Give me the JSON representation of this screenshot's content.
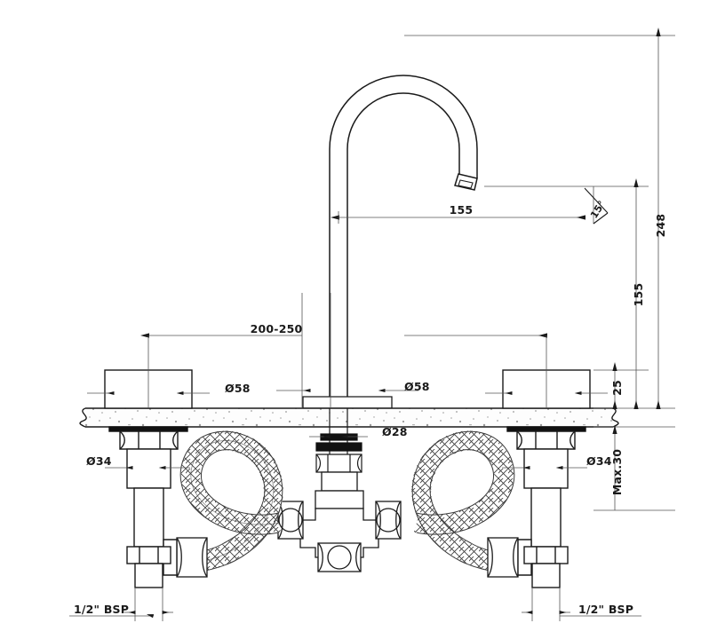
{
  "drawing": {
    "type": "technical-engineering-drawing",
    "subject": "3-hole deck-mounted basin mixer tap with gooseneck spout",
    "units": "mm",
    "background_color": "#ffffff",
    "line_color": "#1a1a1a"
  },
  "dimensions": {
    "overall_height": "248",
    "spout_height": "155",
    "spout_reach": "155",
    "outlet_angle": "15°",
    "hole_spacing": "200-250",
    "handle_cap_diameter_left": "Ø58",
    "handle_cap_diameter_right": "Ø58",
    "spout_base_diameter": "Ø58",
    "spout_shank_diameter": "Ø28",
    "valve_shank_diameter_left": "Ø34",
    "valve_shank_diameter_right": "Ø34",
    "cap_height": "25",
    "max_deck_thickness": "Max.30",
    "inlet_thread_left": "1/2\" BSP",
    "inlet_thread_right": "1/2\" BSP"
  },
  "components": {
    "spout": "gooseneck-spout",
    "left_valve": "left-valve-assembly",
    "right_valve": "right-valve-assembly",
    "countertop": "countertop-section",
    "left_hose": "left-braided-hose",
    "right_hose": "right-braided-hose",
    "connector": "cross-connector-body"
  }
}
